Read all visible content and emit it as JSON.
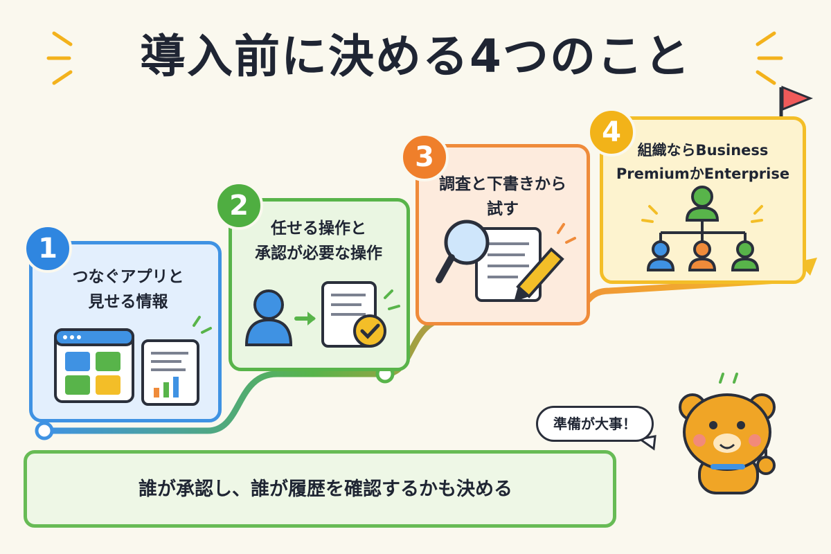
{
  "title": "導入前に決める4つのこと",
  "steps": [
    {
      "number": "1",
      "line1": "つなぐアプリと",
      "line2": "見せる情報"
    },
    {
      "number": "2",
      "line1": "任せる操作と",
      "line2": "承認が必要な操作"
    },
    {
      "number": "3",
      "line1": "調査と下書きから",
      "line2": "試す"
    },
    {
      "number": "4",
      "line1": "組織ならBusiness",
      "line2": "PremiumかEnterprise"
    }
  ],
  "note": "誰が承認し、誰が履歴を確認するかも決める",
  "mascot_speech": "準備が大事！",
  "colors": {
    "step1": "#3f92e3",
    "step2": "#58b44a",
    "step3": "#ef8b3a",
    "step4": "#f3be28",
    "text": "#1f2533",
    "background": "#faf8ee"
  },
  "icons": [
    "app-window-icon",
    "report-chart-icon",
    "user-icon",
    "arrow-right-icon",
    "approved-document-icon",
    "magnifier-icon",
    "draft-document-icon",
    "pencil-icon",
    "org-chart-icon",
    "goal-flag-icon",
    "clipboard-check-icon",
    "bear-mascot-icon"
  ]
}
